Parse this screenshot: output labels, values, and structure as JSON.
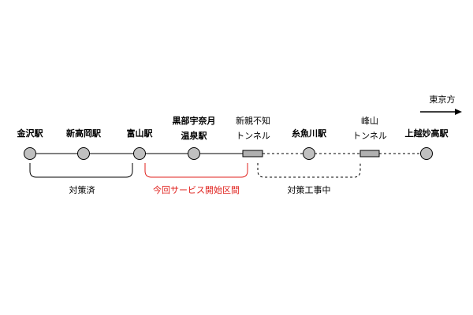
{
  "direction": {
    "label": "東京方"
  },
  "stations": [
    {
      "label": "金沢駅"
    },
    {
      "label": "新高岡駅"
    },
    {
      "label": "富山駅"
    },
    {
      "label_line1": "黒部宇奈月",
      "label_line2": "温泉駅"
    },
    {
      "label": "糸魚川駅"
    },
    {
      "label": "上越妙高駅"
    }
  ],
  "tunnels": [
    {
      "label_line1": "新親不知",
      "label_line2": "トンネル"
    },
    {
      "label_line1": "峰山",
      "label_line2": "トンネル"
    }
  ],
  "sections": [
    {
      "label": "対策済"
    },
    {
      "label": "今回サービス開始区間"
    },
    {
      "label": "対策工事中"
    }
  ],
  "colors": {
    "line": "#000000",
    "station_fill": "#c0c0c0",
    "tunnel_fill": "#b0b0b0",
    "highlight": "#e0201c"
  }
}
